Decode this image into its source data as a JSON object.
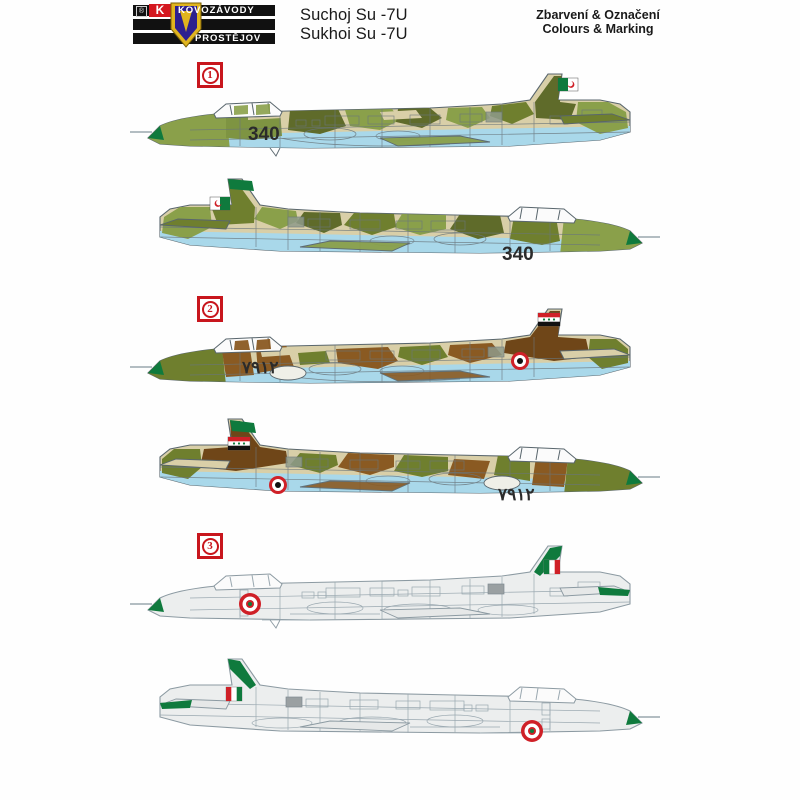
{
  "document": {
    "manufacturer_logo": {
      "brand_top": "KOVOZÁVODY",
      "brand_bottom": "PROSTĚJOV",
      "monogram": "K",
      "registered_mark": "®"
    },
    "title_cs": "Suchoj Su -7U",
    "title_en": "Sukhoi Su -7U",
    "subtitle_cs": "Zbarvení & Označení",
    "subtitle_en": "Colours & Marking"
  },
  "palette": {
    "camo_green_light": "#8aa04a",
    "camo_green_dark": "#6f7f2e",
    "camo_olive": "#5f6b2a",
    "camo_sand": "#d9cfa8",
    "camo_brown": "#8a5a22",
    "camo_brown_dark": "#6f4618",
    "underside_blue": "#a9d8ea",
    "metal_grey": "#e8e9e9",
    "outline": "#5a6a72",
    "accent_red": "#c8161d",
    "flag_green": "#0f7a3d",
    "flag_red": "#cf2027",
    "flag_black": "#111111",
    "flag_white": "#ffffff"
  },
  "schemes": [
    {
      "badge": "1",
      "serial": "340",
      "nationality_marking": "algerian-flag",
      "finish": "green-sand camouflage, light blue underside",
      "views": [
        "port",
        "starboard"
      ]
    },
    {
      "badge": "2",
      "serial": "٧٩١٢",
      "nationality_marking": "iraqi-flag-and-roundel",
      "finish": "sand-brown-green camouflage, light blue underside",
      "views": [
        "port",
        "starboard"
      ]
    },
    {
      "badge": "3",
      "serial": "",
      "nationality_marking": "tricolour-flag-and-roundel",
      "finish": "natural metal, green tips",
      "views": [
        "port",
        "starboard"
      ]
    }
  ]
}
